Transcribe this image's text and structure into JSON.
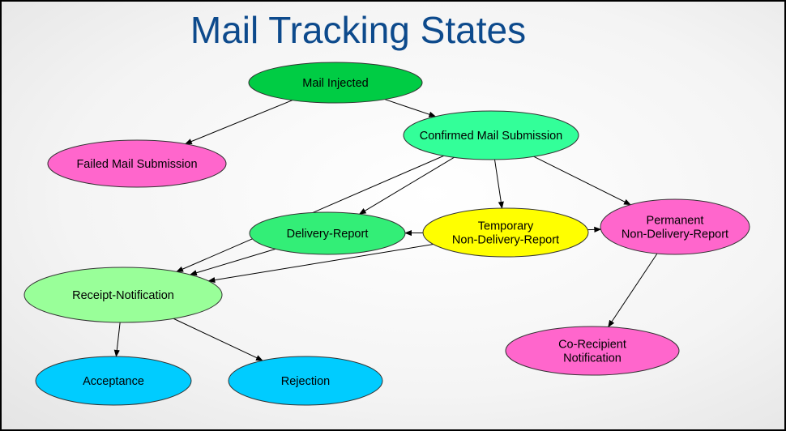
{
  "title": "Mail Tracking States",
  "colors": {
    "green_dark": "#00cc44",
    "aqua_green": "#33ff99",
    "medium_green": "#33ee77",
    "light_green": "#99ff99",
    "yellow": "#ffff00",
    "magenta": "#ff66cc",
    "cyan": "#00ccff",
    "edge": "#000000"
  },
  "nodes": [
    {
      "id": "mail-injected",
      "lines": [
        "Mail Injected"
      ],
      "color": "#00cc44"
    },
    {
      "id": "confirmed-mail-submission",
      "lines": [
        "Confirmed Mail Submission"
      ],
      "color": "#33ff99"
    },
    {
      "id": "failed-mail-submission",
      "lines": [
        "Failed Mail Submission"
      ],
      "color": "#ff66cc"
    },
    {
      "id": "delivery-report",
      "lines": [
        "Delivery-Report"
      ],
      "color": "#33ee77"
    },
    {
      "id": "temporary-non-delivery-report",
      "lines": [
        "Temporary",
        "Non-Delivery-Report"
      ],
      "color": "#ffff00"
    },
    {
      "id": "permanent-non-delivery-report",
      "lines": [
        "Permanent",
        "Non-Delivery-Report"
      ],
      "color": "#ff66cc"
    },
    {
      "id": "receipt-notification",
      "lines": [
        "Receipt-Notification"
      ],
      "color": "#99ff99"
    },
    {
      "id": "co-recipient-notification",
      "lines": [
        "Co-Recipient",
        "Notification"
      ],
      "color": "#ff66cc"
    },
    {
      "id": "acceptance",
      "lines": [
        "Acceptance"
      ],
      "color": "#00ccff"
    },
    {
      "id": "rejection",
      "lines": [
        "Rejection"
      ],
      "color": "#00ccff"
    }
  ],
  "edges": [
    {
      "from": "mail-injected",
      "to": "failed-mail-submission"
    },
    {
      "from": "mail-injected",
      "to": "confirmed-mail-submission"
    },
    {
      "from": "confirmed-mail-submission",
      "to": "receipt-notification"
    },
    {
      "from": "confirmed-mail-submission",
      "to": "delivery-report"
    },
    {
      "from": "confirmed-mail-submission",
      "to": "temporary-non-delivery-report"
    },
    {
      "from": "confirmed-mail-submission",
      "to": "permanent-non-delivery-report"
    },
    {
      "from": "temporary-non-delivery-report",
      "to": "delivery-report"
    },
    {
      "from": "temporary-non-delivery-report",
      "to": "permanent-non-delivery-report"
    },
    {
      "from": "temporary-non-delivery-report",
      "to": "receipt-notification"
    },
    {
      "from": "delivery-report",
      "to": "receipt-notification"
    },
    {
      "from": "permanent-non-delivery-report",
      "to": "co-recipient-notification"
    },
    {
      "from": "receipt-notification",
      "to": "acceptance"
    },
    {
      "from": "receipt-notification",
      "to": "rejection"
    }
  ]
}
